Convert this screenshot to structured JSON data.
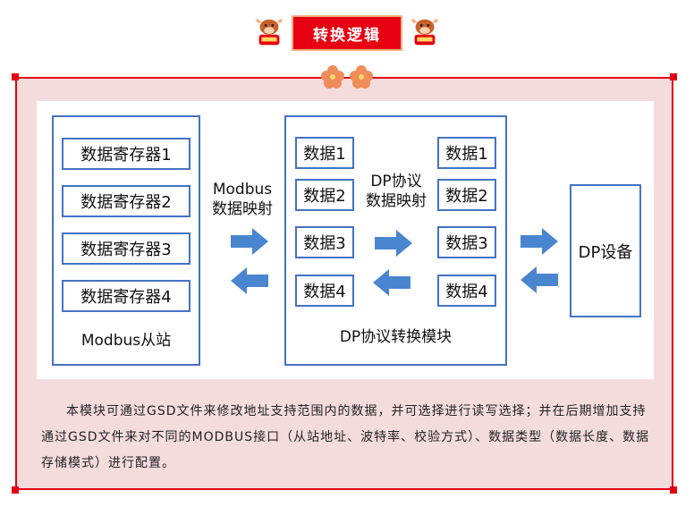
{
  "header": {
    "title": "转换逻辑",
    "left_cow_text": "",
    "right_cow_text": ""
  },
  "diagram": {
    "modbus_block": {
      "registers": [
        "数据寄存器1",
        "数据寄存器2",
        "数据寄存器3",
        "数据寄存器4"
      ],
      "label": "Modbus从站"
    },
    "modbus_mapping_label_line1": "Modbus",
    "modbus_mapping_label_line2": "数据映射",
    "dp_module": {
      "left_data": [
        "数据1",
        "数据2",
        "数据3",
        "数据4"
      ],
      "right_data": [
        "数据1",
        "数据2",
        "数据3",
        "数据4"
      ],
      "mapping_line1": "DP协议",
      "mapping_line2": "数据映射",
      "label": "DP协议转换模块"
    },
    "dp_device_label": "DP设备"
  },
  "description": "本模块可通过GSD文件来修改地址支持范围内的数据，并可选择进行读写选择；并在后期增加支持通过GSD文件来对不同的MODBUS接口（从站地址、波特率、校验方式）、数据类型（数据长度、数据存储模式）进行配置。",
  "colors": {
    "accent_red": "#e60012",
    "frame_bg": "#f5dcdc",
    "box_blue": "#4472c4",
    "arrow_blue": "#4a86d0"
  },
  "icons": [
    "ox-mascot-icon",
    "flower-icon"
  ]
}
